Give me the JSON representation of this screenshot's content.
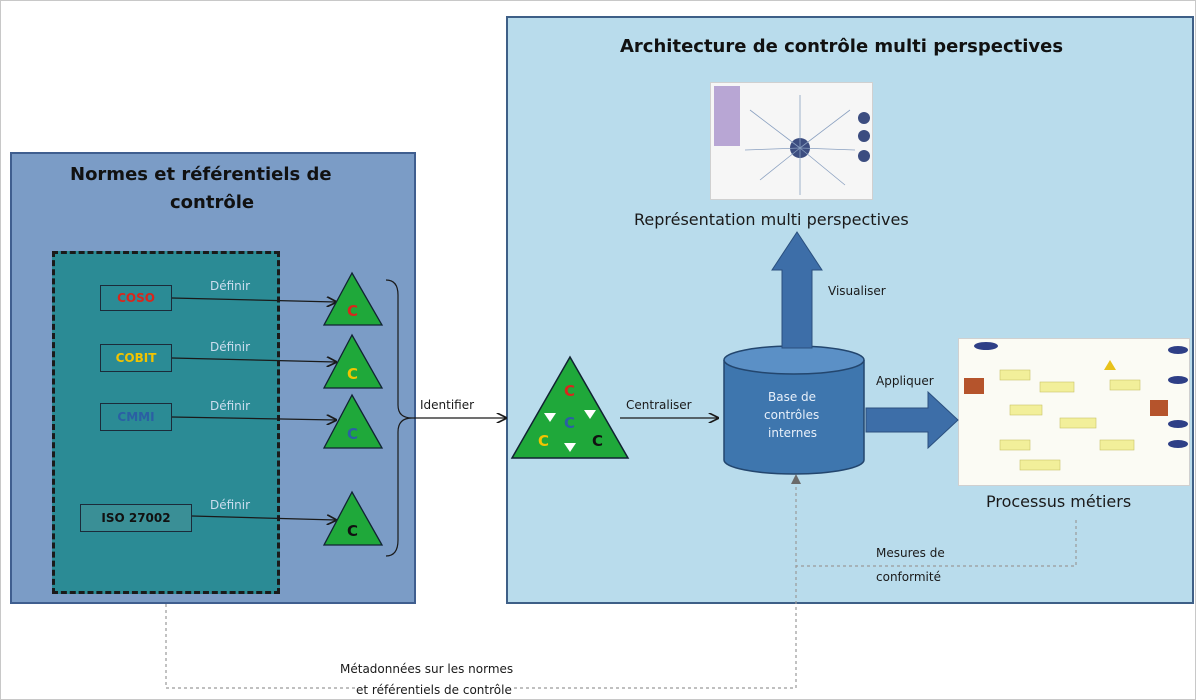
{
  "left_panel": {
    "title_line1": "Normes et référentiels de",
    "title_line2": "contrôle"
  },
  "standards": [
    {
      "label": "COSO",
      "color": "#d9261c"
    },
    {
      "label": "COBIT",
      "color": "#f2c400"
    },
    {
      "label": "CMMI",
      "color": "#2b5fa4"
    },
    {
      "label": "ISO 27002",
      "color": "#111111"
    }
  ],
  "define_label": "Définir",
  "control_letter": "C",
  "identify_label": "Identifier",
  "centralize_label": "Centraliser",
  "right_panel": {
    "title": "Architecture de contrôle multi perspectives",
    "representation_label": "Représentation multi perspectives",
    "visualize_label": "Visualiser",
    "apply_label": "Appliquer",
    "business_processes_label": "Processus métiers",
    "compliance_line1": "Mesures de",
    "compliance_line2": "conformité"
  },
  "database": {
    "line1": "Base de",
    "line2": "contrôles",
    "line3": "internes"
  },
  "metadata_line1": "Métadonnées sur les normes",
  "metadata_line2": "et référentiels de contrôle",
  "colors": {
    "left_panel_bg": "#7b9cc6",
    "right_panel_bg": "#b9dcec",
    "inner_box_bg": "#2b8b95",
    "triangle_green": "#1fa83a",
    "arrow_blue": "#3d6ea8"
  }
}
